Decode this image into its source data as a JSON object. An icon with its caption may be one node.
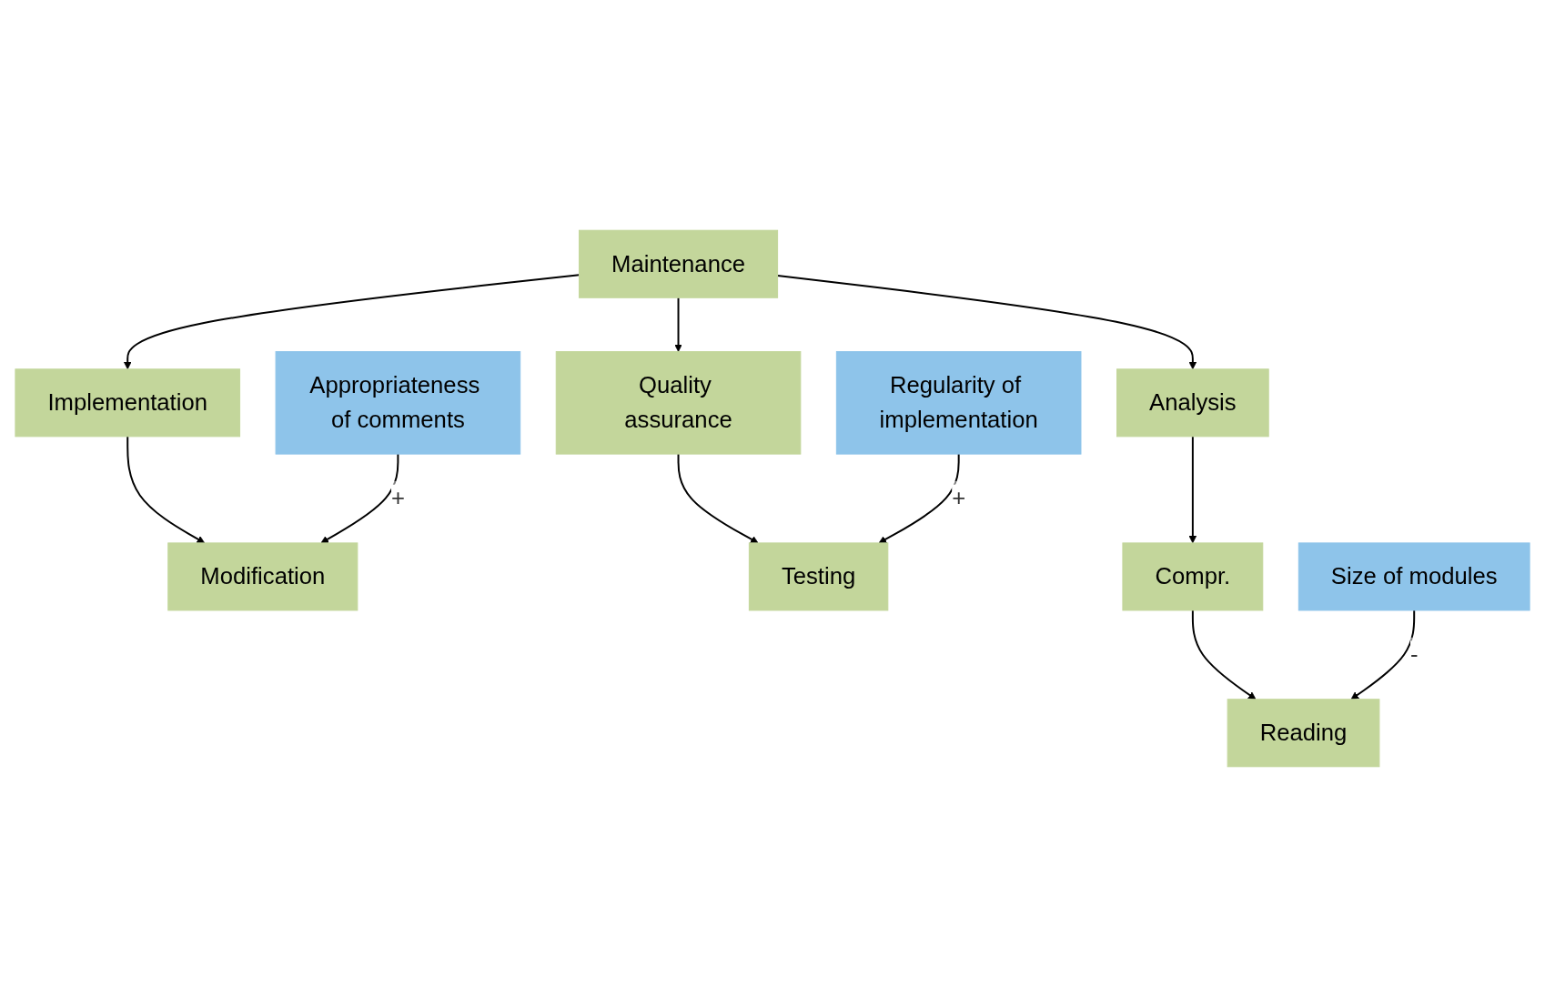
{
  "diagram": {
    "nodes": [
      {
        "text": [
          "Maintenance"
        ]
      },
      {
        "text": [
          "Implementation"
        ]
      },
      {
        "text": [
          "Quality assurance"
        ]
      },
      {
        "text": [
          "Analysis"
        ]
      },
      {
        "text": [
          "Modification"
        ]
      },
      {
        "text": [
          "Testing"
        ]
      },
      {
        "text": [
          "Compr."
        ]
      },
      {
        "text": [
          "Reading"
        ]
      },
      {
        "text": [
          "Appropriateness of comments"
        ]
      },
      {
        "text": [
          "Regularity of implementation"
        ]
      },
      {
        "text": [
          "Size of modules"
        ]
      }
    ],
    "edges": [
      {
        "from": 0,
        "to": 1,
        "arrow": "to"
      },
      {
        "from": 0,
        "to": 2,
        "arrow": "to"
      },
      {
        "from": 0,
        "to": 3,
        "arrow": "to"
      },
      {
        "from": 1,
        "to": 4,
        "arrow": "to"
      },
      {
        "from": 2,
        "to": 5,
        "arrow": "to"
      },
      {
        "from": 3,
        "to": 6,
        "arrow": "to"
      },
      {
        "from": 6,
        "to": 7,
        "arrow": "to"
      },
      {
        "from": 8,
        "to": 4,
        "arrow": "to",
        "label": "+"
      },
      {
        "from": 9,
        "to": 5,
        "arrow": "to",
        "label": "+"
      },
      {
        "from": 10,
        "to": 7,
        "arrow": "to",
        "label": "-"
      }
    ]
  }
}
